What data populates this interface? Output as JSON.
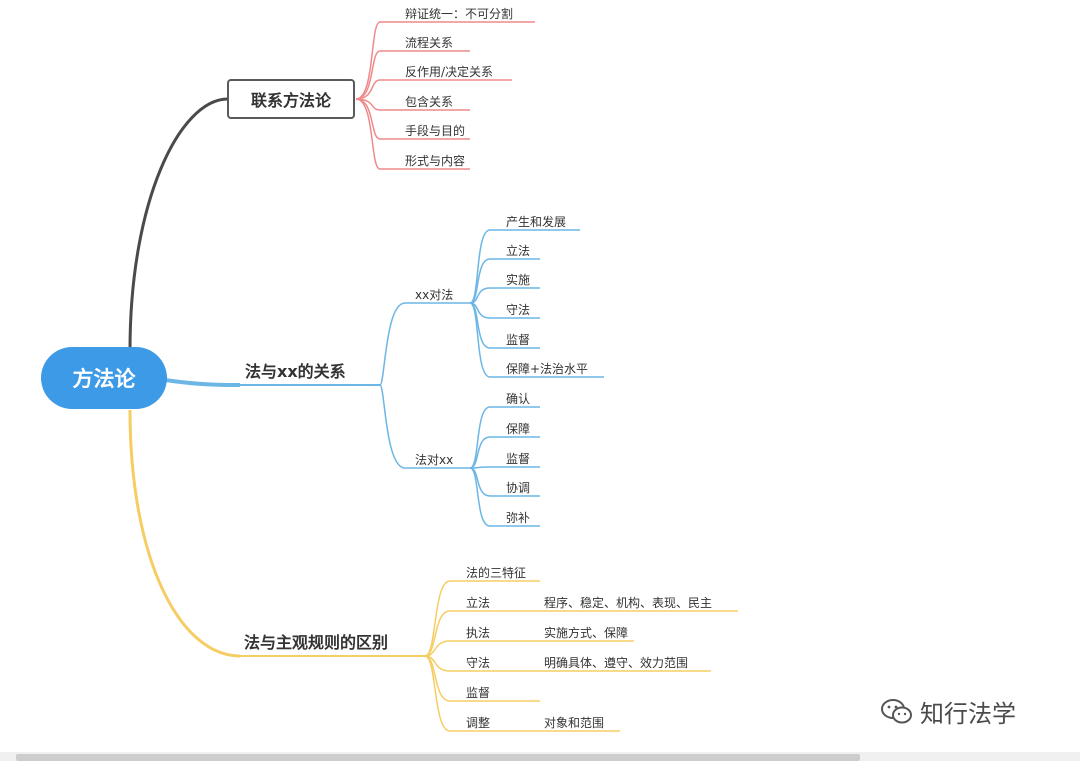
{
  "root": {
    "label": "方法论",
    "color": "#3d9ae6"
  },
  "branch1": {
    "label": "联系方法论",
    "color": "#ee8a8a",
    "items": [
      "辩证统一：不可分割",
      "流程关系",
      "反作用/决定关系",
      "包含关系",
      "手段与目的",
      "形式与内容"
    ]
  },
  "branch2": {
    "label": "法与xx的关系",
    "color": "#6cb6e6",
    "groups": [
      {
        "label": "xx对法",
        "items": [
          "产生和发展",
          "立法",
          "实施",
          "守法",
          "监督",
          "保障+法治水平"
        ]
      },
      {
        "label": "法对xx",
        "items": [
          "确认",
          "保障",
          "监督",
          "协调",
          "弥补"
        ]
      }
    ]
  },
  "branch3": {
    "label": "法与主观规则的区别",
    "color": "#f5cd63",
    "items": [
      {
        "label": "法的三特征",
        "detail": ""
      },
      {
        "label": "立法",
        "detail": "程序、稳定、机构、表现、民主"
      },
      {
        "label": "执法",
        "detail": "实施方式、保障"
      },
      {
        "label": "守法",
        "detail": "明确具体、遵守、效力范围"
      },
      {
        "label": "监督",
        "detail": ""
      },
      {
        "label": "调整",
        "detail": "对象和范围"
      }
    ]
  },
  "watermark": {
    "text": "知行法学",
    "icon": "wechat-icon"
  }
}
